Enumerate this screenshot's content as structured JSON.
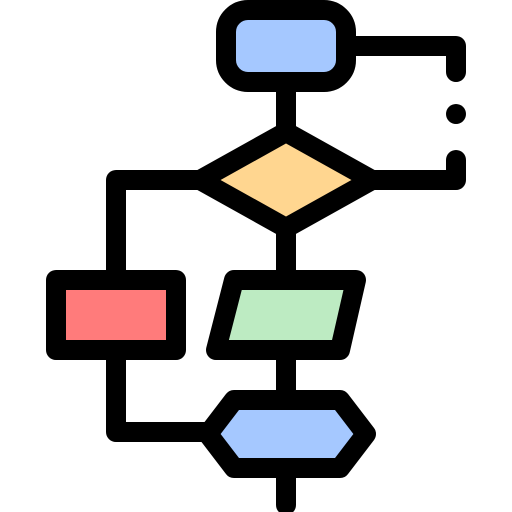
{
  "icon": {
    "name": "flowchart-icon",
    "colors": {
      "outline": "#000000",
      "start_fill": "#A5C8FF",
      "decision_fill": "#FFD690",
      "process_fill": "#FF7B7B",
      "io_fill": "#BDEBC2",
      "end_fill": "#A5C8FF",
      "background": "#FFFFFF"
    },
    "shapes": [
      {
        "name": "start-terminal-shape",
        "kind": "rounded-rectangle"
      },
      {
        "name": "decision-diamond-shape",
        "kind": "diamond"
      },
      {
        "name": "process-rectangle-shape",
        "kind": "rectangle"
      },
      {
        "name": "input-output-parallelogram-shape",
        "kind": "parallelogram"
      },
      {
        "name": "end-hexagon-shape",
        "kind": "hexagon"
      }
    ]
  }
}
